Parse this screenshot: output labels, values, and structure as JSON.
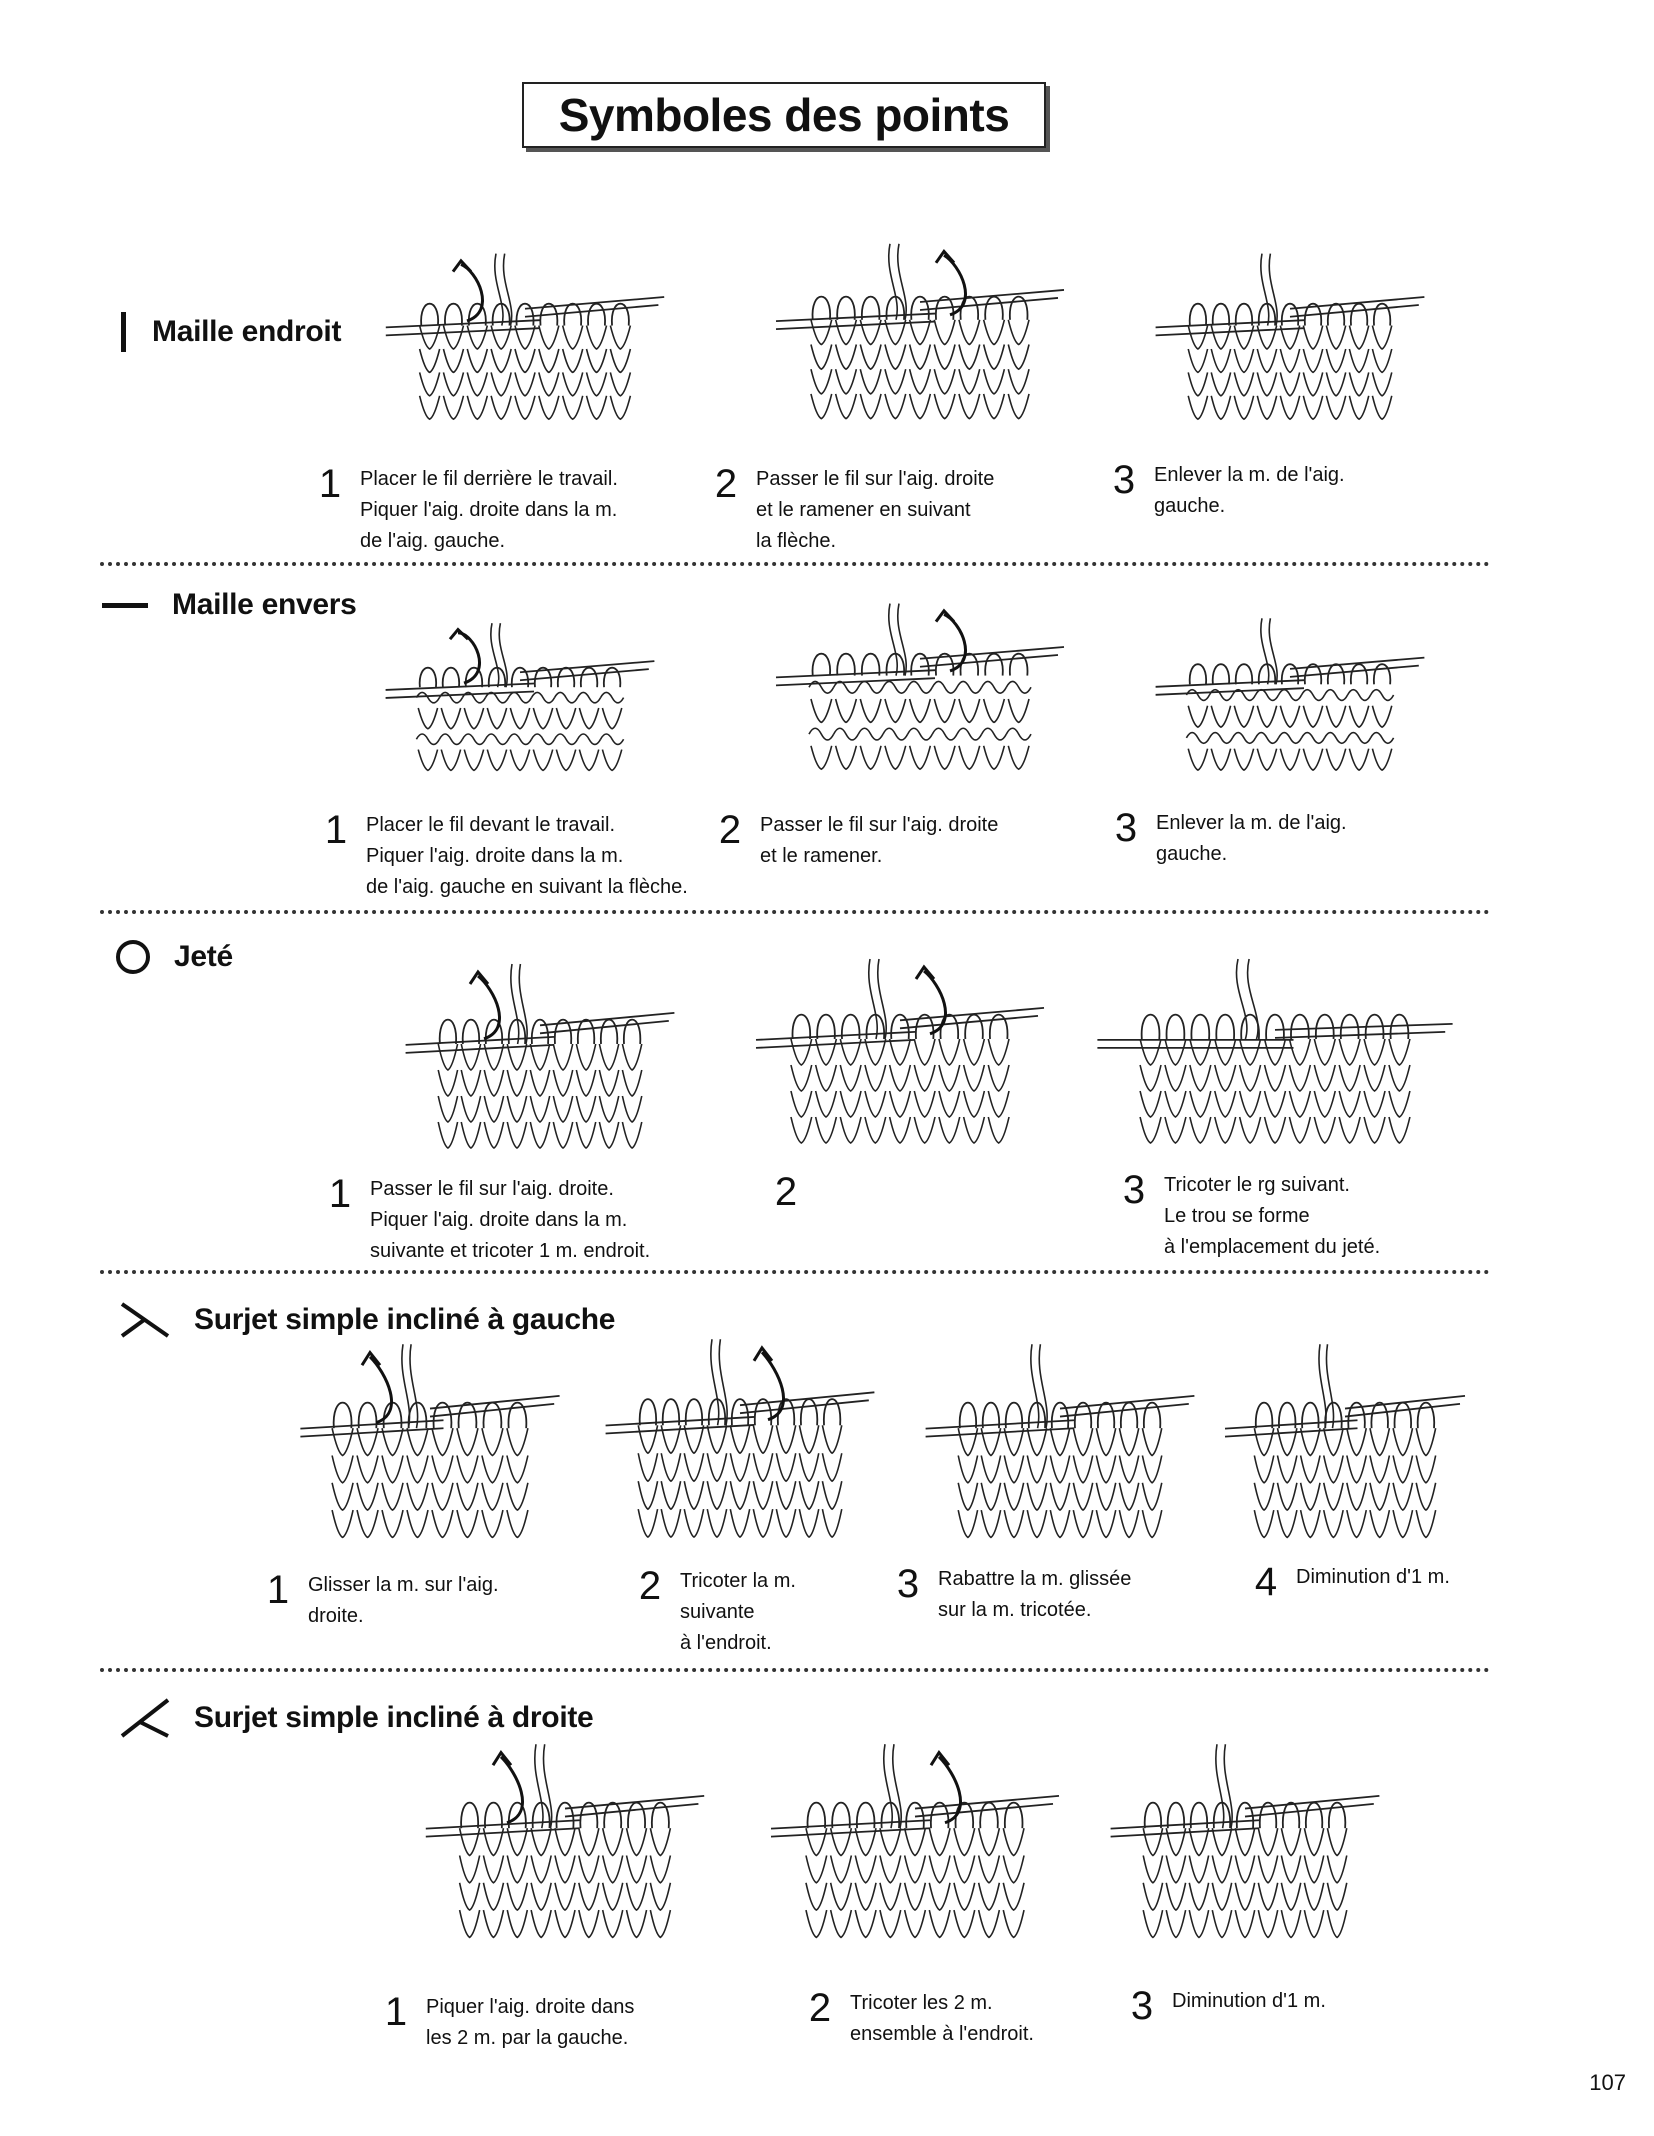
{
  "page": {
    "title": "Symboles des points",
    "number": "107"
  },
  "sections": [
    {
      "symbol": "vertical-bar-icon",
      "title": "Maille endroit",
      "steps": [
        {
          "num": "1",
          "text": "Placer le fil derrière le travail.\nPiquer l'aig. droite dans la m.\nde l'aig. gauche."
        },
        {
          "num": "2",
          "text": "Passer le fil sur l'aig. droite\net le ramener en suivant\nla flèche."
        },
        {
          "num": "3",
          "text": "Enlever la m. de l'aig.\ngauche."
        }
      ]
    },
    {
      "symbol": "horizontal-dash-icon",
      "title": "Maille envers",
      "steps": [
        {
          "num": "1",
          "text": "Placer le fil devant le travail.\nPiquer l'aig. droite dans la m.\nde l'aig. gauche en suivant la flèche."
        },
        {
          "num": "2",
          "text": "Passer le fil sur l'aig. droite\net le ramener."
        },
        {
          "num": "3",
          "text": "Enlever la m. de l'aig.\ngauche."
        }
      ]
    },
    {
      "symbol": "circle-icon",
      "title": "Jeté",
      "steps": [
        {
          "num": "1",
          "text": "Passer le fil sur l'aig. droite.\nPiquer l'aig. droite dans la m.\nsuivante et tricoter 1 m. endroit."
        },
        {
          "num": "2",
          "text": ""
        },
        {
          "num": "3",
          "text": "Tricoter le rg suivant.\nLe trou se forme\nà l'emplacement du jeté."
        }
      ]
    },
    {
      "symbol": "left-slant-decrease-icon",
      "title": "Surjet simple incliné à gauche",
      "steps": [
        {
          "num": "1",
          "text": "Glisser la m. sur l'aig.\ndroite."
        },
        {
          "num": "2",
          "text": "Tricoter la m.\nsuivante\nà l'endroit."
        },
        {
          "num": "3",
          "text": "Rabattre la m. glissée\nsur la m. tricotée."
        },
        {
          "num": "4",
          "text": "Diminution d'1 m."
        }
      ]
    },
    {
      "symbol": "right-slant-decrease-icon",
      "title": "Surjet simple incliné à droite",
      "steps": [
        {
          "num": "1",
          "text": "Piquer l'aig. droite dans\nles 2 m. par la gauche."
        },
        {
          "num": "2",
          "text": "Tricoter les 2 m.\nensemble à l'endroit."
        },
        {
          "num": "3",
          "text": "Diminution d'1 m."
        }
      ]
    }
  ]
}
